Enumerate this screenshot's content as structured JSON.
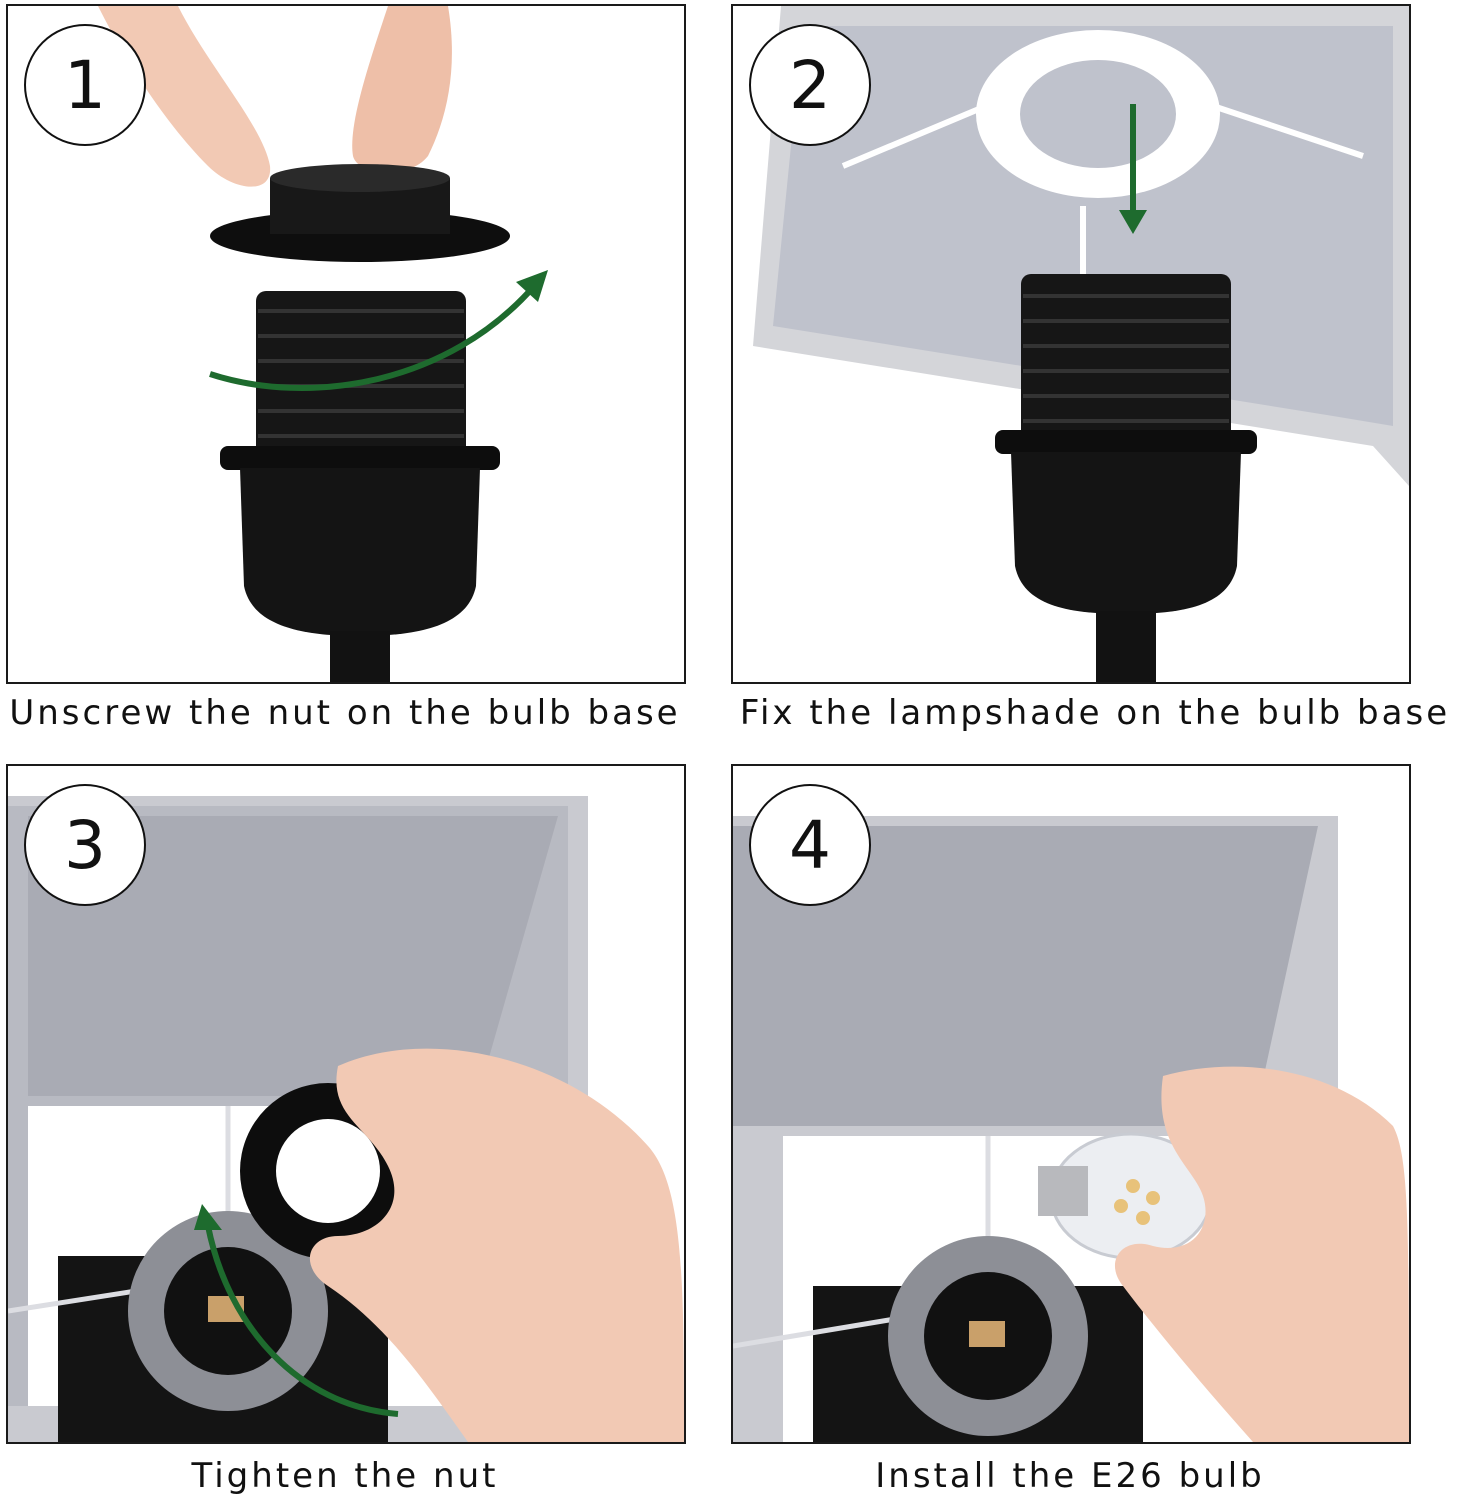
{
  "steps": [
    {
      "number": "1",
      "caption": "Unscrew the nut on the bulb base"
    },
    {
      "number": "2",
      "caption": "Fix the lampshade on the bulb base"
    },
    {
      "number": "3",
      "caption": "Tighten the nut"
    },
    {
      "number": "4",
      "caption": "Install the E26 bulb"
    }
  ],
  "colors": {
    "arrow": "#1e6b2e",
    "socket": "#121212",
    "shade_inside": "#bfc2cc",
    "shade_edge": "#d6d6d6",
    "skin": "#f2c9b4",
    "frame": "#1a1a1a"
  }
}
